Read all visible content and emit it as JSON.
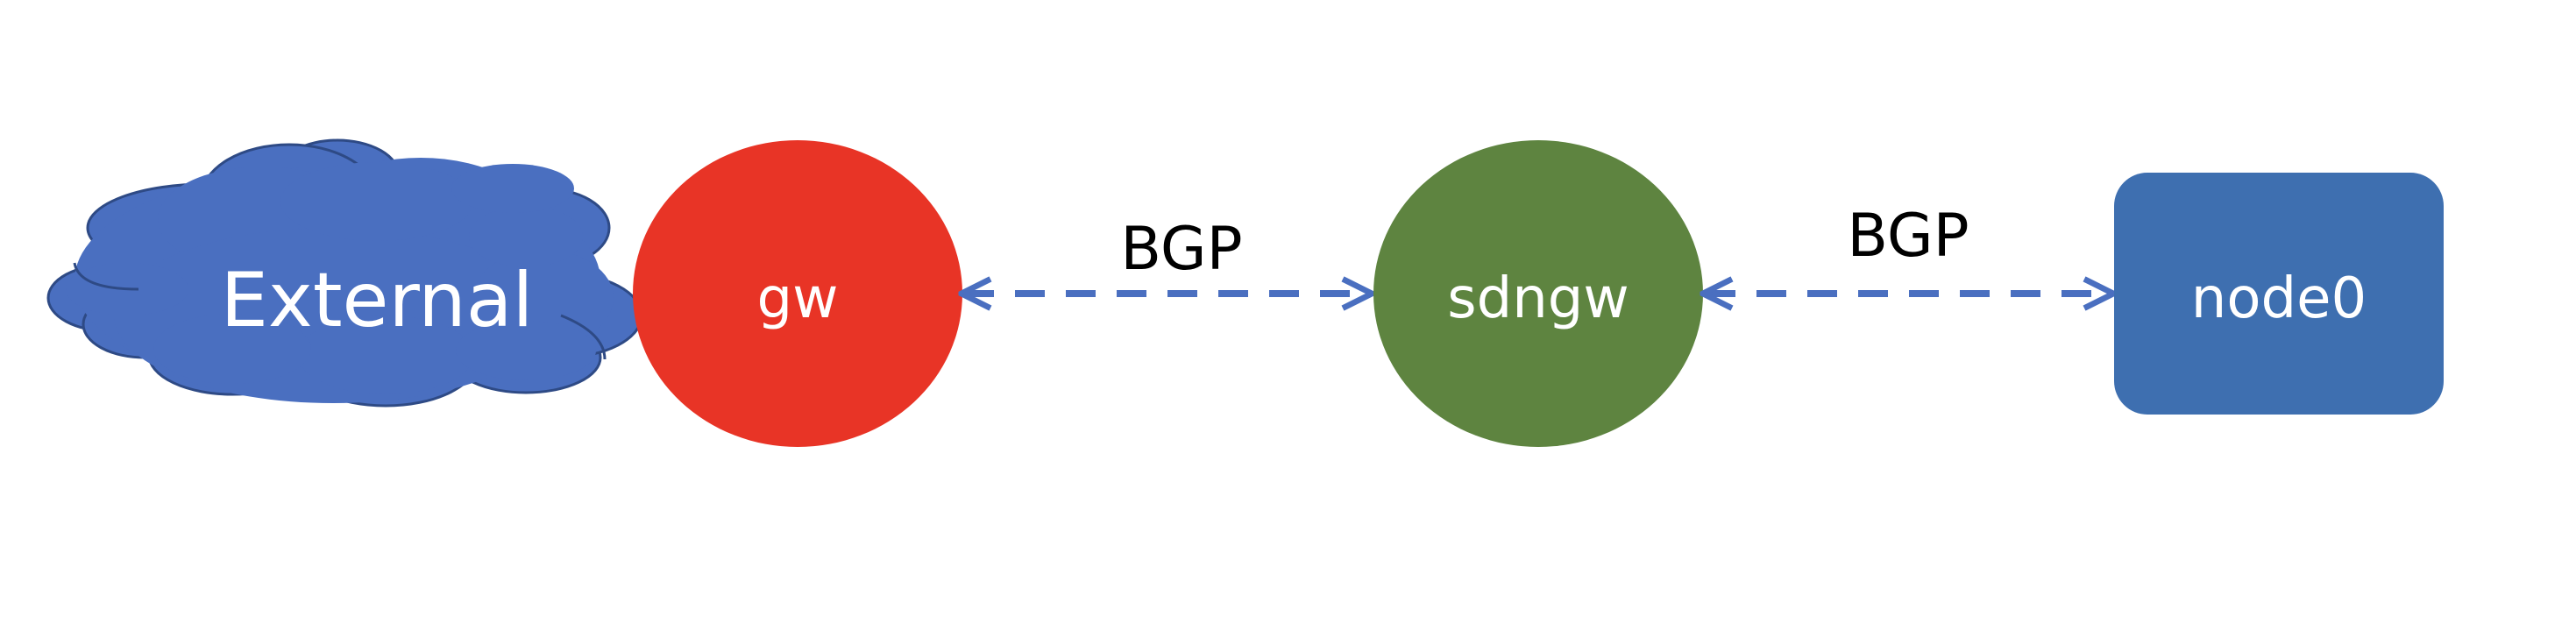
{
  "diagram": {
    "nodes": {
      "external": {
        "label": "External",
        "shape": "cloud",
        "fill": "#4a6fc0",
        "stroke": "#2e4a85"
      },
      "gw": {
        "label": "gw",
        "shape": "circle",
        "fill": "#e83426"
      },
      "sdngw": {
        "label": "sdngw",
        "shape": "circle",
        "fill": "#5e8440"
      },
      "node0": {
        "label": "node0",
        "shape": "rounded-rectangle",
        "fill": "#3e6fb0"
      }
    },
    "edges": [
      {
        "from": "gw",
        "to": "sdngw",
        "label": "BGP",
        "style": "dashed",
        "direction": "bidirectional",
        "color": "#4a6fc0"
      },
      {
        "from": "sdngw",
        "to": "node0",
        "label": "BGP",
        "style": "dashed",
        "direction": "bidirectional",
        "color": "#4a6fc0"
      }
    ]
  }
}
